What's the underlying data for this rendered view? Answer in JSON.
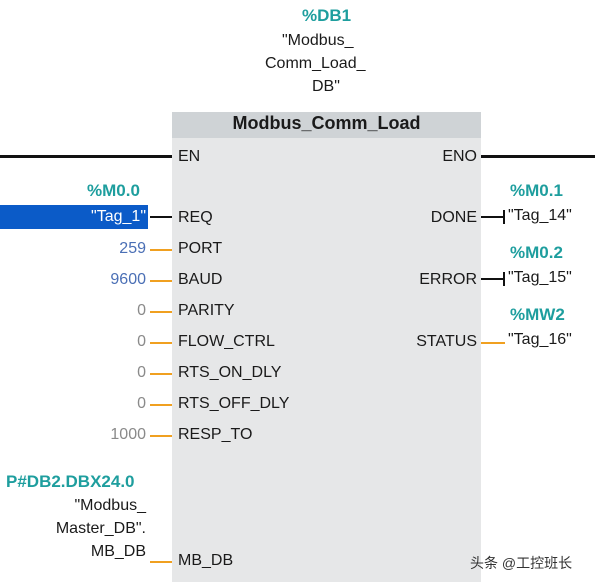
{
  "instance": {
    "address": "%DB1",
    "name_line1": "\"Modbus_",
    "name_line2": "Comm_Load_",
    "name_line3": "DB\""
  },
  "block": {
    "title": "Modbus_Comm_Load",
    "en": "EN",
    "eno": "ENO"
  },
  "inputs": {
    "req": {
      "address": "%M0.0",
      "tag": "\"Tag_1\"",
      "pin": "REQ"
    },
    "port": {
      "value": "259",
      "pin": "PORT"
    },
    "baud": {
      "value": "9600",
      "pin": "BAUD"
    },
    "parity": {
      "value": "0",
      "pin": "PARITY"
    },
    "flow_ctrl": {
      "value": "0",
      "pin": "FLOW_CTRL"
    },
    "rts_on_dly": {
      "value": "0",
      "pin": "RTS_ON_DLY"
    },
    "rts_off_dly": {
      "value": "0",
      "pin": "RTS_OFF_DLY"
    },
    "resp_to": {
      "value": "1000",
      "pin": "RESP_TO"
    },
    "mb_db": {
      "address": "P#DB2.DBX24.0",
      "line1": "\"Modbus_",
      "line2": "Master_DB\".",
      "line3": "MB_DB",
      "pin": "MB_DB"
    }
  },
  "outputs": {
    "done": {
      "address": "%M0.1",
      "tag": "\"Tag_14\"",
      "pin": "DONE"
    },
    "error": {
      "address": "%M0.2",
      "tag": "\"Tag_15\"",
      "pin": "ERROR"
    },
    "status": {
      "address": "%MW2",
      "tag": "\"Tag_16\"",
      "pin": "STATUS"
    }
  },
  "watermark": "头条 @工控班长",
  "colors": {
    "address": "#1e9e9e",
    "selection": "#0b5bc8",
    "input_line": "#f0a020",
    "block": "#e6e7e8"
  }
}
